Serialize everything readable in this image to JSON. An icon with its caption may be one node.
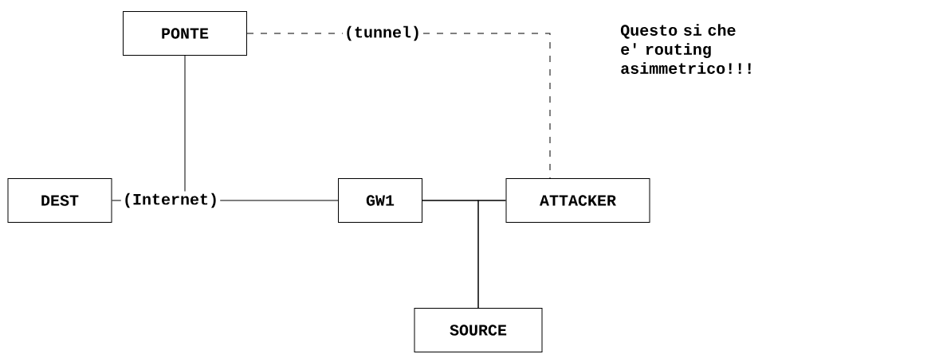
{
  "diagram": {
    "nodes": [
      {
        "text": [
          "PONTE"
        ]
      },
      {
        "text": [
          "DEST"
        ]
      },
      {
        "text": [
          "(Internet)"
        ]
      },
      {
        "text": [
          "GW1"
        ]
      },
      {
        "text": [
          "ATTACKER"
        ]
      },
      {
        "text": [
          "SOURCE"
        ]
      }
    ],
    "edges": [
      {
        "from": 0,
        "to": 4,
        "arrow": "none",
        "style": "dashed",
        "label": "(tunnel)"
      },
      {
        "from": 0,
        "to": 2,
        "arrow": "none"
      },
      {
        "from": 1,
        "to": 2,
        "arrow": "none"
      },
      {
        "from": 2,
        "to": 3,
        "arrow": "none"
      },
      {
        "from": 3,
        "to": 4,
        "arrow": "none"
      },
      {
        "from": 3,
        "to": 5,
        "arrow": "none"
      },
      {
        "from": 4,
        "to": 5,
        "arrow": "none"
      }
    ],
    "labels": [
      "Questo si che e' routing asimmetrico!!!"
    ]
  }
}
